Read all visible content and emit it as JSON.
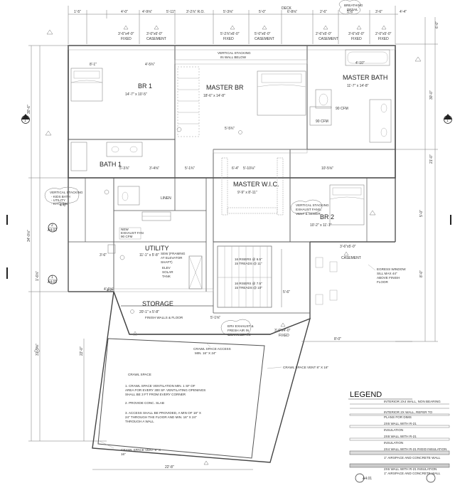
{
  "rooms": {
    "br1": {
      "name": "BR 1",
      "size": "14'-7\" x 10'-5\""
    },
    "master_br": {
      "name": "MASTER BR",
      "size": "18'-6\" x 14'-8\""
    },
    "master_bath": {
      "name": "MASTER BATH",
      "size": "11'-7\" x 14'-8\""
    },
    "bath1": {
      "name": "BATH 1"
    },
    "master_wic": {
      "name": "MASTER W.I.C.",
      "size": "9'-9\" x 8'-11\""
    },
    "br2": {
      "name": "BR 2",
      "size": "10'-2\" x 11'-1\""
    },
    "utility": {
      "name": "UTILITY",
      "size": "11'-1\" x 5'-8\""
    },
    "storage": {
      "name": "STORAGE",
      "size": "20'-1\" x 5'-8\"",
      "note": "FINISH WALLS & FLOOR"
    },
    "crawl": {
      "name": "CRAWL SPACE"
    },
    "linen": {
      "name": "LINEN"
    }
  },
  "notes": {
    "deck": "DECK",
    "vertical_stack_top": [
      "VERTICAL STACKING",
      "IN WALL BELOW"
    ],
    "vertical_stack_left": [
      "VERTICAL STACKING",
      "- KIDS BATH",
      "- UTILITY",
      "- KITCHEN"
    ],
    "vertical_stack_br2": [
      "VERTICAL STACKING",
      "EXHAUST FANS,",
      "VENT & SEWER"
    ],
    "exhaust_fan": [
      "NEW",
      "EXHAUST FAN",
      "90 CFM"
    ],
    "sewer_elev": [
      "SEW (FRAMING",
      "AT ELEVATOR",
      "SHAFT)"
    ],
    "elev": [
      "ELEV",
      "SOLAR",
      "TANK"
    ],
    "stairs_up": "16 RISERS @ 6.5\"",
    "stairs_tread": "15 TREADS @ 11\"",
    "stairs_down": "16 RISERS @ 7.5\"",
    "stairs_tread2": "15 TREADS @ 10\"",
    "erv": [
      "ERV EXHAUST &",
      "FRESH AIR IN",
      "CRAWL SPACE"
    ],
    "crawl_access": [
      "CRAWL SPACE ACCESS",
      "MIN. 16\" X 24\""
    ],
    "crawl_vent_right": "CRAWL SPACE VENT 8\" X 16\"",
    "crawl_vent_bottom": [
      "CRAWL SPACE VENT 8\" X",
      "16\""
    ],
    "egress": [
      "EGRESS WINDOW",
      "SILL MAX 44\"",
      "ABOVE FINISH",
      "FLOOR"
    ],
    "breathing": [
      "BREATHING",
      "DETAIL"
    ],
    "fixed": "FIXED",
    "casement": "CASEMENT",
    "cfm": "90 CFM",
    "crawl_title": "CRAWL SPACE",
    "crawl_note1": [
      "1. CRAWL SPACE VENTILATION MIN. 1 SF OF",
      "AREA FOR EVERY 300 SF. VENTILATING OPENINGS",
      "SHALL BE 3 FT FROM EVERY CORNER"
    ],
    "crawl_note2": "2. PROVIDE CONC. SLAB",
    "crawl_note3": [
      "3. ACCESS SHALL BE PROVIDED, A MIN OF 18\" X",
      "24\" THROUGH THE FLOOR AND MIN. 16\" X 24\"",
      "THROUGH A WALL"
    ]
  },
  "dims": {
    "top": [
      "1'-5\"",
      "4'-0\"",
      "4'-9⅝\"",
      "5'-11\"",
      "3'-2⅞\" R.O.",
      "5'-3⅝\"",
      "5'-0\"",
      "6'-8⅝\"",
      "2'-6\"",
      "5'-6\"",
      "3'-6\"",
      "4'-4\""
    ],
    "win": [
      "3'-6\"x4'-0\"",
      "3'-0\"x6'-0\"",
      "5'-2⅞\"x6'-0\"",
      "5'-0\"x6'-0\"",
      "2'-6\"x5'-0\"",
      "3'-6\"x5'-0\"",
      "2'-0\"x5'-0\""
    ],
    "left": [
      "30'-6\"",
      "34'-0⅛\"",
      "31'-5⅝\"",
      "1'-6⅝\"",
      "4'-0\"",
      "4'-0\""
    ],
    "right": [
      "6'-0\"",
      "30'-0\"",
      "21'-0\"",
      "5'-0\"",
      "8'-0\""
    ],
    "bottom": [
      "22'-8\"",
      "22'-0\""
    ],
    "misc": [
      "8'-1\"",
      "4'-5¾\"",
      "5'-5¾\"",
      "4'-10\"",
      "5'-3⅞\"",
      "3'-4⅝\"",
      "5'-1¾\"",
      "5'-10⅛\"",
      "6'-4\"",
      "10'-5⅝\"",
      "3'-6\"",
      "5'-6\"",
      "4'-6⅝\"",
      "5'-1⅝\""
    ]
  },
  "sections": {
    "a1": {
      "num": "1",
      "sheet": "A4.01"
    },
    "a2": {
      "num": "2",
      "sheet": "A4.02"
    },
    "left_mark": "1",
    "right_mark": "1",
    "sheet_ref": "A4.01"
  },
  "legend": {
    "title": "LEGEND",
    "items": [
      {
        "label": [
          "INTERIOR 2X4 WALL, NON BEARING"
        ]
      },
      {
        "label": [
          "INTERIOR 2X WALL, REFER TO",
          "PLANS FOR DIMS"
        ]
      },
      {
        "label": [
          "2X6 WALL WITH R-21",
          "INSULATION"
        ]
      },
      {
        "label": [
          "2X8 WALL WITH R-21",
          "INSULATION"
        ]
      },
      {
        "label": [
          "2X4 WALL WITH R-21 RIGID INSULATION",
          "1\" AIRSPACE AND CONCRETE WALL"
        ]
      },
      {
        "label": [
          "2X6 WALL WITH R-21 INSULATION",
          "1\" AIRSPACE AND CONCRETE WALL"
        ]
      }
    ]
  }
}
